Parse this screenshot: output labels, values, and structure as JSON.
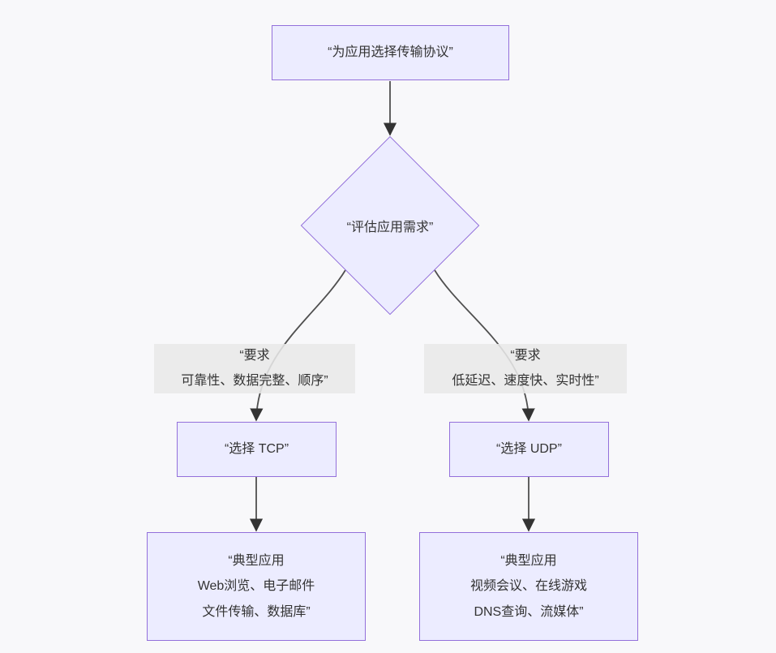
{
  "diagram": {
    "type": "flowchart",
    "direction": "top-down",
    "background": "#f8f8fa",
    "colors": {
      "node_fill": "#ECECFF",
      "node_border": "#9370DB",
      "edge_line": "#4f4f4f",
      "arrowhead": "#333333",
      "edge_label_bg": "#e8e8e8",
      "text": "#333333"
    },
    "nodes": {
      "start": {
        "shape": "rect",
        "label": "“为应用选择传输协议”"
      },
      "decision": {
        "shape": "diamond",
        "label": "“评估应用需求”"
      },
      "tcp": {
        "shape": "rect",
        "label": "“选择 TCP”"
      },
      "udp": {
        "shape": "rect",
        "label": "“选择 UDP”"
      },
      "tcp_apps": {
        "shape": "rect",
        "line1": "“典型应用",
        "line2": "Web浏览、电子邮件",
        "line3": "文件传输、数据库”"
      },
      "udp_apps": {
        "shape": "rect",
        "line1": "“典型应用",
        "line2": "视频会议、在线游戏",
        "line3": "DNS查询、流媒体”"
      }
    },
    "edge_labels": {
      "tcp_branch": {
        "line1": "“要求",
        "line2": "可靠性、数据完整、顺序”"
      },
      "udp_branch": {
        "line1": "“要求",
        "line2": "低延迟、速度快、实时性”"
      }
    },
    "edges": [
      {
        "from": "start",
        "to": "decision",
        "label": ""
      },
      {
        "from": "decision",
        "to": "tcp",
        "label": "“要求 可靠性、数据完整、顺序”"
      },
      {
        "from": "decision",
        "to": "udp",
        "label": "“要求 低延迟、速度快、实时性”"
      },
      {
        "from": "tcp",
        "to": "tcp_apps",
        "label": ""
      },
      {
        "from": "udp",
        "to": "udp_apps",
        "label": ""
      }
    ]
  }
}
